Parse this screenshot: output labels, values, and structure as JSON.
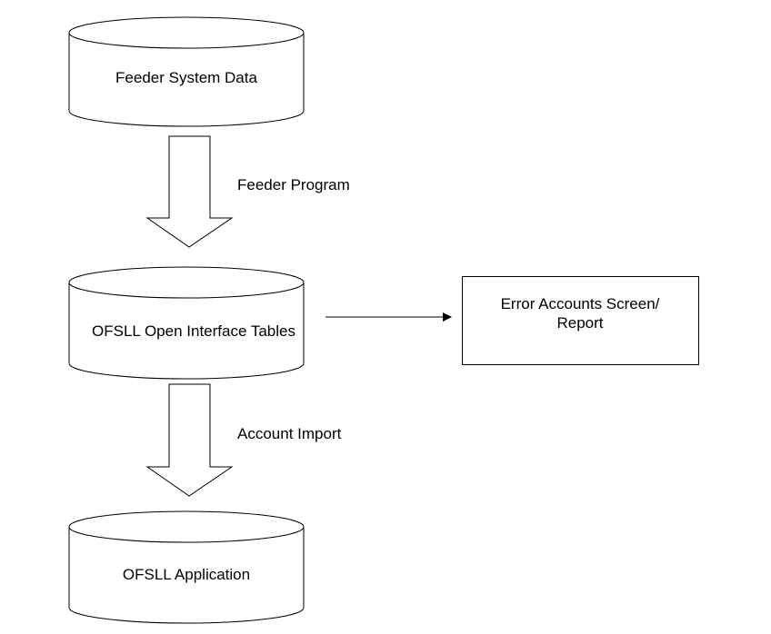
{
  "diagram": {
    "databases": [
      {
        "label": "Feeder System Data"
      },
      {
        "label": "OFSLL Open Interface Tables"
      },
      {
        "label": "OFSLL Application"
      }
    ],
    "flows": [
      {
        "label": "Feeder Program"
      },
      {
        "label": "Account Import"
      }
    ],
    "error_box": {
      "line1": "Error Accounts Screen/",
      "line2": "Report"
    }
  }
}
